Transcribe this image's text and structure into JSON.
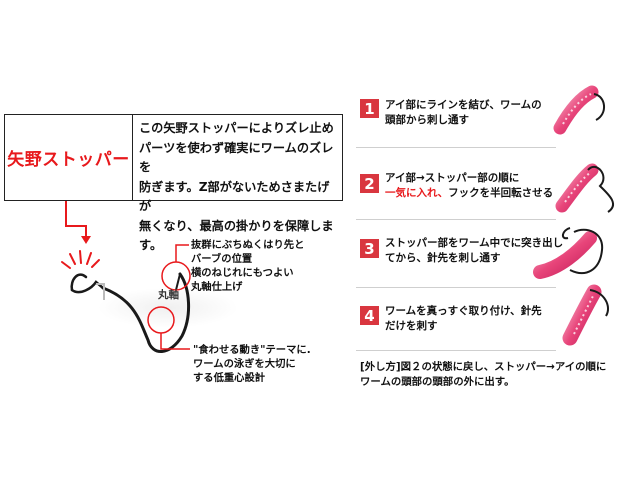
{
  "product": {
    "name": "矢野ストッパー",
    "description_lines": [
      "この矢野ストッパーによりズレ止め",
      "パーツを使わず確実にワームのズレを",
      "防ぎます。Z部がないためさまたげが",
      "無くなり、最高の掛かりを保障します。"
    ]
  },
  "diagram": {
    "shaft_label": "丸軸",
    "annotation_top": [
      "抜群にぶちぬくはり先と",
      "バーブの位置",
      "横のねじれにもつよい",
      "丸軸仕上げ"
    ],
    "annotation_bottom": [
      "\"食わせる動き\"テーマに.",
      "ワームの泳ぎを大切に",
      "する低重心設計"
    ]
  },
  "steps": [
    {
      "number": "1",
      "lines": [
        "アイ部にラインを結び、ワームの",
        "頭部から刺し通す"
      ]
    },
    {
      "number": "2",
      "line1": "アイ部→ストッパー部の順に",
      "line2_highlight": "一気に入れ、",
      "line2_rest": "フックを半回転させる"
    },
    {
      "number": "3",
      "lines": [
        "ストッパー部をワーム中でに突き出し",
        "てから、針先を刺し通す"
      ]
    },
    {
      "number": "4",
      "lines": [
        "ワームを真っすぐ取り付け、針先",
        "だけを刺す"
      ]
    }
  ],
  "removal_note": {
    "lines": [
      "[外し方]図２の状態に戻し、ストッパー→アイの順に",
      "ワームの頭部の頭部の外に出す。"
    ]
  },
  "colors": {
    "accent_red": "#e8191c",
    "step_badge": "#d9363f",
    "worm_pink": "#e8457a",
    "hook_dark": "#1a1a1a"
  }
}
